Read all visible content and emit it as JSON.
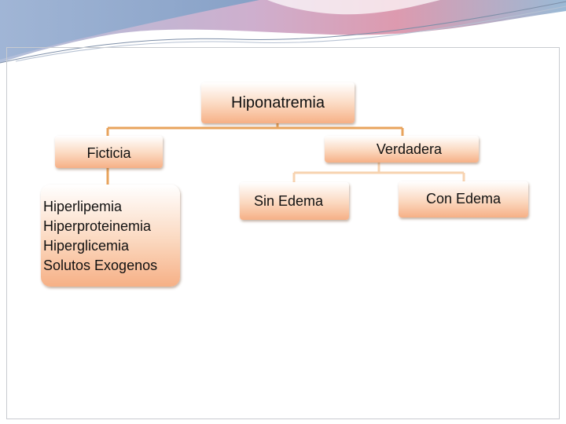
{
  "diagram": {
    "root": {
      "label": "Hiponatremia"
    },
    "ficticia": {
      "label": "Ficticia",
      "items": [
        "Hiperlipemia",
        "Hiperproteinemia",
        "Hiperglicemia",
        "Solutos Exogenos"
      ]
    },
    "verdadera": {
      "label": "Verdadera",
      "children": [
        {
          "label": "Sin Edema"
        },
        {
          "label": "Con Edema"
        }
      ]
    }
  },
  "colors": {
    "connector_main": "#e8a35c",
    "connector_sub": "#f7d3b0",
    "node_light": "#fbd8bf",
    "node_dark": "#f6b086"
  }
}
